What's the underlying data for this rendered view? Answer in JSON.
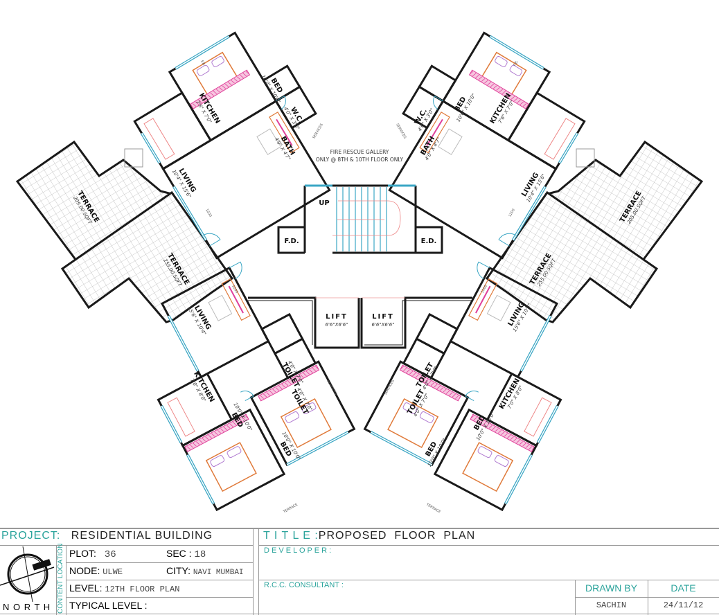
{
  "plan": {
    "fire_note_line1": "FIRE RESCUE GALLERY",
    "fire_note_line2": "ONLY @ 8TH & 10TH FLOOR ONLY",
    "stair_label": "UP",
    "fd_label": "F.D.",
    "ed_label": "E.D.",
    "lift_label": "LIFT",
    "lift_dim": "6'6\"X6'6\"",
    "services_label": "SERVICES",
    "terrace_label": "TERRACE",
    "door_label": "1200",
    "fb_label": "F.B.",
    "top_left": {
      "kitchen": {
        "name": "KITCHEN",
        "dim": "7'6\" X 7'0\""
      },
      "bed": {
        "name": "BED",
        "dim": "10'0\" X 10'0\""
      },
      "wc": {
        "name": "W.C.",
        "dim": "4'0\" X 3'0\""
      },
      "bath": {
        "name": "BATH",
        "dim": "4'0\" X 4'7\""
      },
      "living": {
        "name": "LIVING",
        "dim": "10'4\" X 15'6\""
      },
      "terrace_small": "205.00 SQFT",
      "terrace_large": "255.00 SQFT"
    },
    "top_right": {
      "kitchen": {
        "name": "KITCHEN",
        "dim": "7'6\" X 7'0\""
      },
      "bed": {
        "name": "BED",
        "dim": "10'6\" X 10'0\""
      },
      "wc": {
        "name": "W.C.",
        "dim": "4'0\" X 3'0\""
      },
      "bath": {
        "name": "BATH",
        "dim": "4'0\" X 4'7\""
      },
      "living": {
        "name": "LIVING",
        "dim": "10'4\" X 15'6\""
      },
      "terrace_small": "205.00 SQFT",
      "terrace_large": "255.00 SQFT"
    },
    "bottom_left": {
      "living": {
        "name": "LIVING",
        "dim": "15'6\" X 10'4\""
      },
      "kitchen": {
        "name": "KITCHEN",
        "dim": "7'0\" X 8'0\""
      },
      "bed1": {
        "name": "BED",
        "dim": "10'0\" X 10'0\""
      },
      "bed2": {
        "name": "BED",
        "dim": "10'0\" X 10'0\""
      },
      "toilet1": {
        "name": "TOILET",
        "dim": "4'0\" X 7'0\""
      },
      "toilet2": {
        "name": "TOILET",
        "dim": "4'0\" X 7'0\""
      },
      "terrace": "TERRACE"
    },
    "bottom_right": {
      "living": {
        "name": "LIVING",
        "dim": "15'6\" X 10'4\""
      },
      "kitchen": {
        "name": "KITCHEN",
        "dim": "7'0\" X 8'0\""
      },
      "bed1": {
        "name": "BED",
        "dim": "10'0\" X 10'0\""
      },
      "bed2": {
        "name": "BED",
        "dim": "10'0\" X 10'0\""
      },
      "toilet1": {
        "name": "TOILET",
        "dim": "4'0\" X 7'0\""
      },
      "toilet2": {
        "name": "TOILET",
        "dim": "4'0\" X 7'0\""
      },
      "terrace": "TERRACE"
    },
    "colors": {
      "wall": "#1a1a1a",
      "window": "#3aa6c4",
      "furniture": "#e07a3a",
      "wardrobe": "#e0409a",
      "grid": "#bbbbbb"
    }
  },
  "title_block": {
    "project_label": "PROJECT:",
    "project_value": "RESIDENTIAL BUILDING",
    "title_label": "T I T L E :",
    "title_value": "PROPOSED  FLOOR  PLAN",
    "north_label": "N O R T H",
    "side_label": "CONTENT LOCATION",
    "plot_label": "PLOT:",
    "plot_value": "36",
    "sec_label": "SEC :",
    "sec_value": "18",
    "node_label": "NODE:",
    "node_value": "ULWE",
    "city_label": "CITY:",
    "city_value": "NAVI MUMBAI",
    "level_label": "LEVEL:",
    "level_value": "12TH FLOOR PLAN",
    "typical_level_label": "TYPICAL LEVEL :",
    "developer_label": "D E V E L O P E R :",
    "rcc_label": "R.C.C. CONSULTANT :",
    "drawn_by_label": "DRAWN BY",
    "drawn_by_value": "SACHIN",
    "date_label": "DATE",
    "date_value": "24/11/12"
  }
}
